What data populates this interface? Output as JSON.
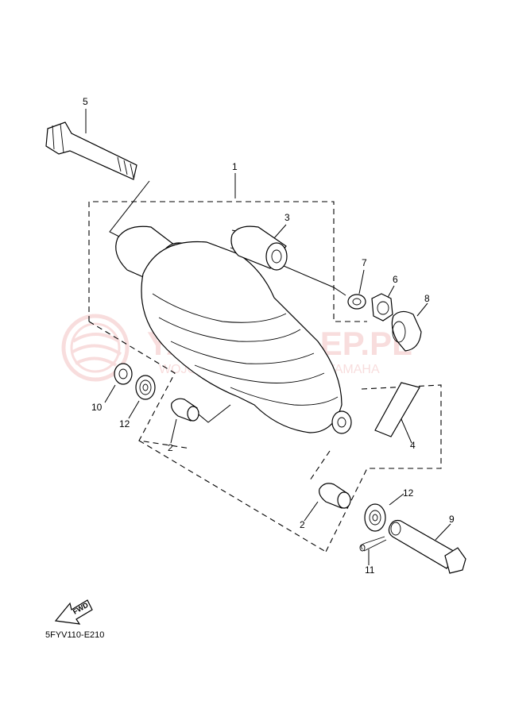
{
  "diagram": {
    "code": "5FYV110-E210",
    "fwd_label": "FWD",
    "parts": {
      "p1": "1",
      "p2a": "2",
      "p2b": "2",
      "p3": "3",
      "p4": "4",
      "p5": "5",
      "p6": "6",
      "p7": "7",
      "p8": "8",
      "p9": "9",
      "p10": "10",
      "p11": "11",
      "p12a": "12",
      "p12b": "12"
    },
    "watermark": {
      "title": "YAMA-SKLEP.PL",
      "subtitle": "WOJCIECHOWICZ DEALER YAMAHA"
    }
  }
}
